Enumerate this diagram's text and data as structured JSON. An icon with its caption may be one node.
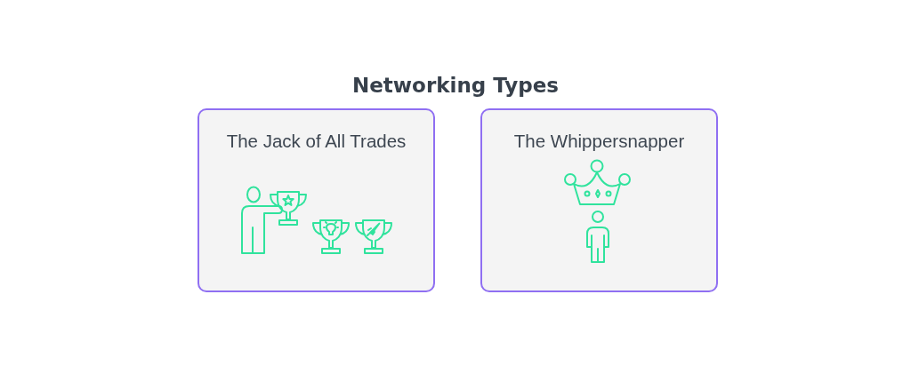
{
  "diagram": {
    "title": "Networking Types",
    "nodes": [
      {
        "text": [
          "The Jack of All Trades"
        ]
      },
      {
        "text": [
          "The Whippersnapper"
        ]
      }
    ]
  }
}
